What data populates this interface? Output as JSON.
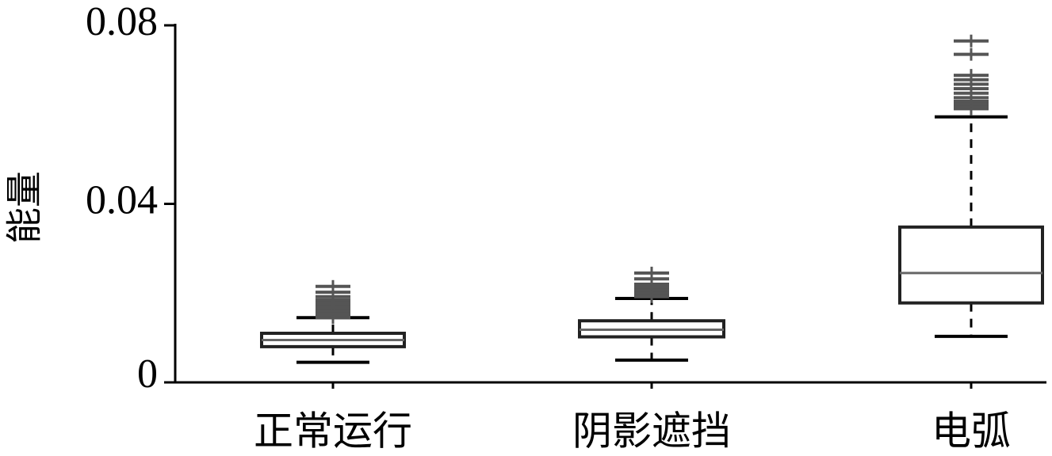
{
  "chart_data": {
    "type": "boxplot",
    "ylabel": "能量",
    "xlabel": "",
    "ylim": [
      0,
      0.08
    ],
    "yticks": [
      {
        "value": 0,
        "label": "0"
      },
      {
        "value": 0.04,
        "label": "0.04"
      },
      {
        "value": 0.08,
        "label": "0.08"
      }
    ],
    "grid": false,
    "categories": [
      "正常运行",
      "阴影遮挡",
      "电弧"
    ],
    "boxes": [
      {
        "category": "正常运行",
        "whisker_low": 0.0045,
        "q1": 0.008,
        "median": 0.0095,
        "q3": 0.011,
        "whisker_high": 0.0145,
        "outliers": [
          0.0145,
          0.0148,
          0.0152,
          0.0156,
          0.016,
          0.0164,
          0.0168,
          0.0172,
          0.0176,
          0.018,
          0.0185,
          0.0192,
          0.0202,
          0.0215
        ]
      },
      {
        "category": "阴影遮挡",
        "whisker_low": 0.005,
        "q1": 0.0102,
        "median": 0.0118,
        "q3": 0.0138,
        "whisker_high": 0.0188,
        "outliers": [
          0.0192,
          0.0197,
          0.0202,
          0.0207,
          0.0213,
          0.022,
          0.0232,
          0.0245
        ]
      },
      {
        "category": "电弧",
        "whisker_low": 0.0103,
        "q1": 0.0178,
        "median": 0.0245,
        "q3": 0.0348,
        "whisker_high": 0.0595,
        "outliers": [
          0.0613,
          0.0618,
          0.0624,
          0.063,
          0.0638,
          0.0648,
          0.0658,
          0.0668,
          0.0678,
          0.0688,
          0.0735,
          0.0765
        ]
      }
    ]
  }
}
